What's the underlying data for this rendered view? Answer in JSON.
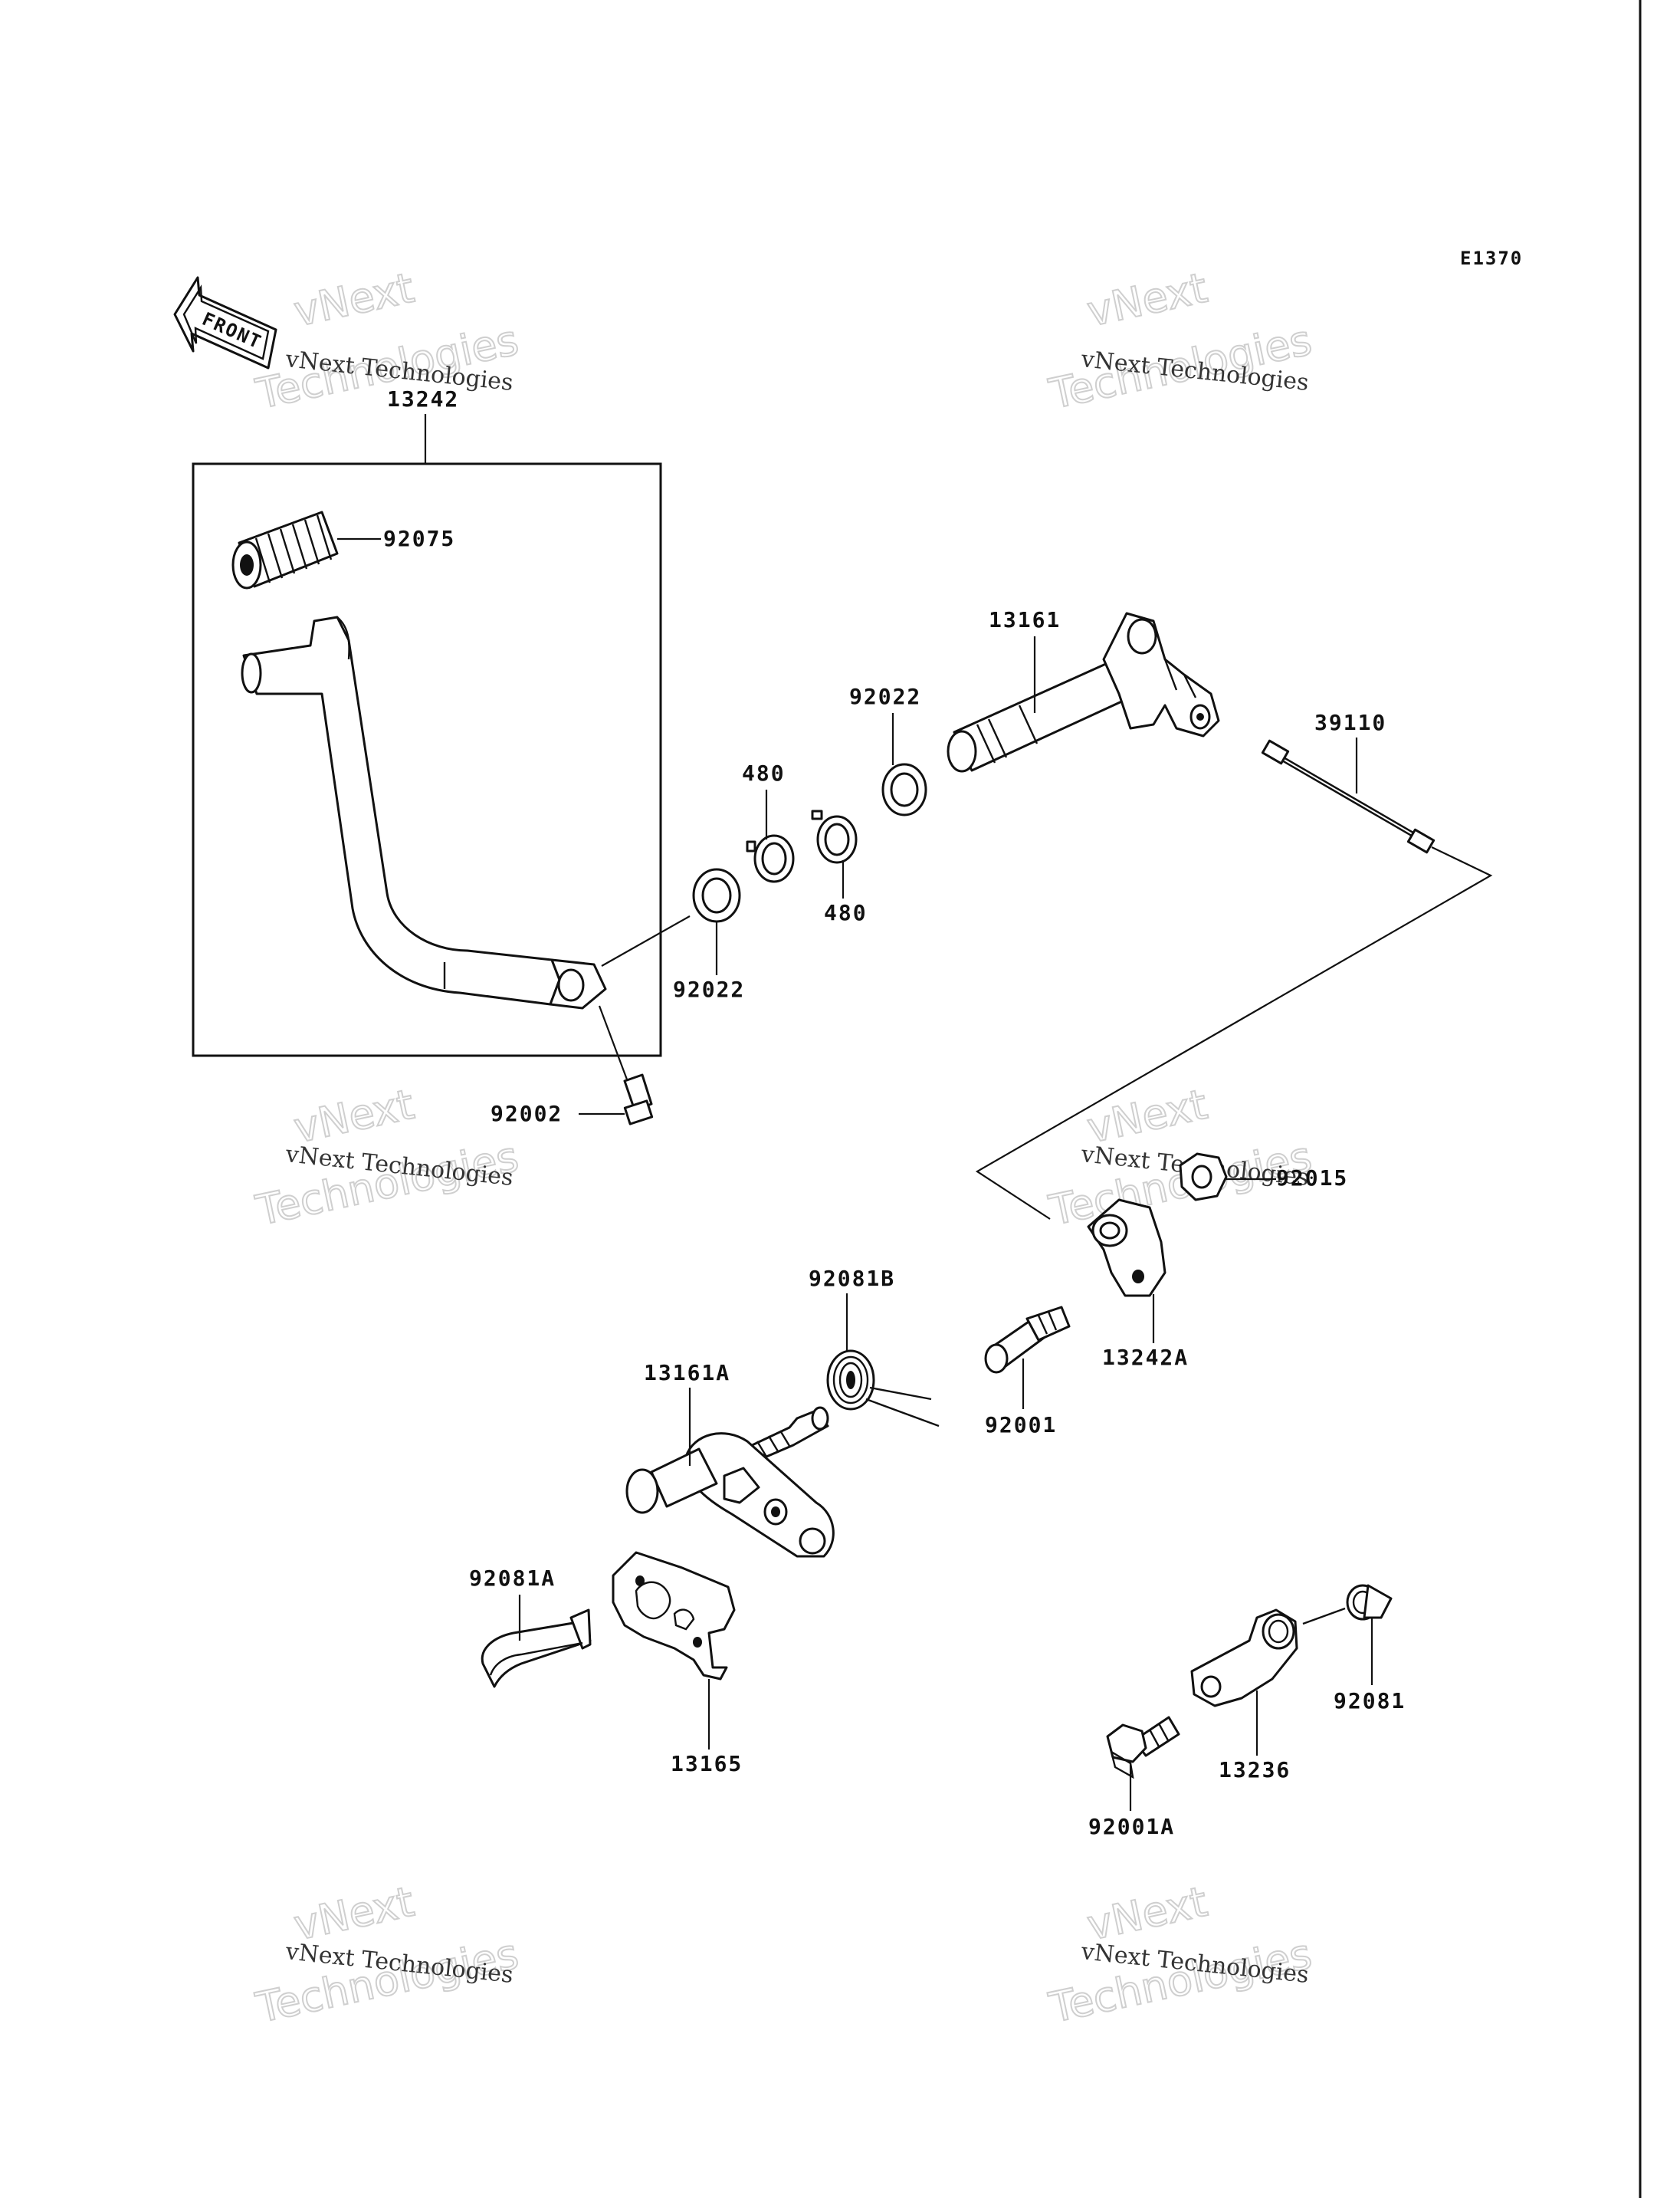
{
  "diagram_code": "E1370",
  "front_arrow_label": "FRONT",
  "watermark": {
    "line_small": "vNext Technologies",
    "line_big_1": "vNext",
    "line_big_2": "Technologies"
  },
  "parts": [
    {
      "id": "13242"
    },
    {
      "id": "92075"
    },
    {
      "id": "13161"
    },
    {
      "id": "92022"
    },
    {
      "id": "480"
    },
    {
      "id": "480"
    },
    {
      "id": "92022"
    },
    {
      "id": "39110"
    },
    {
      "id": "92002"
    },
    {
      "id": "92015"
    },
    {
      "id": "13242A"
    },
    {
      "id": "92081B"
    },
    {
      "id": "92001"
    },
    {
      "id": "13161A"
    },
    {
      "id": "92081A"
    },
    {
      "id": "13165"
    },
    {
      "id": "92081"
    },
    {
      "id": "13236"
    },
    {
      "id": "92001A"
    }
  ]
}
